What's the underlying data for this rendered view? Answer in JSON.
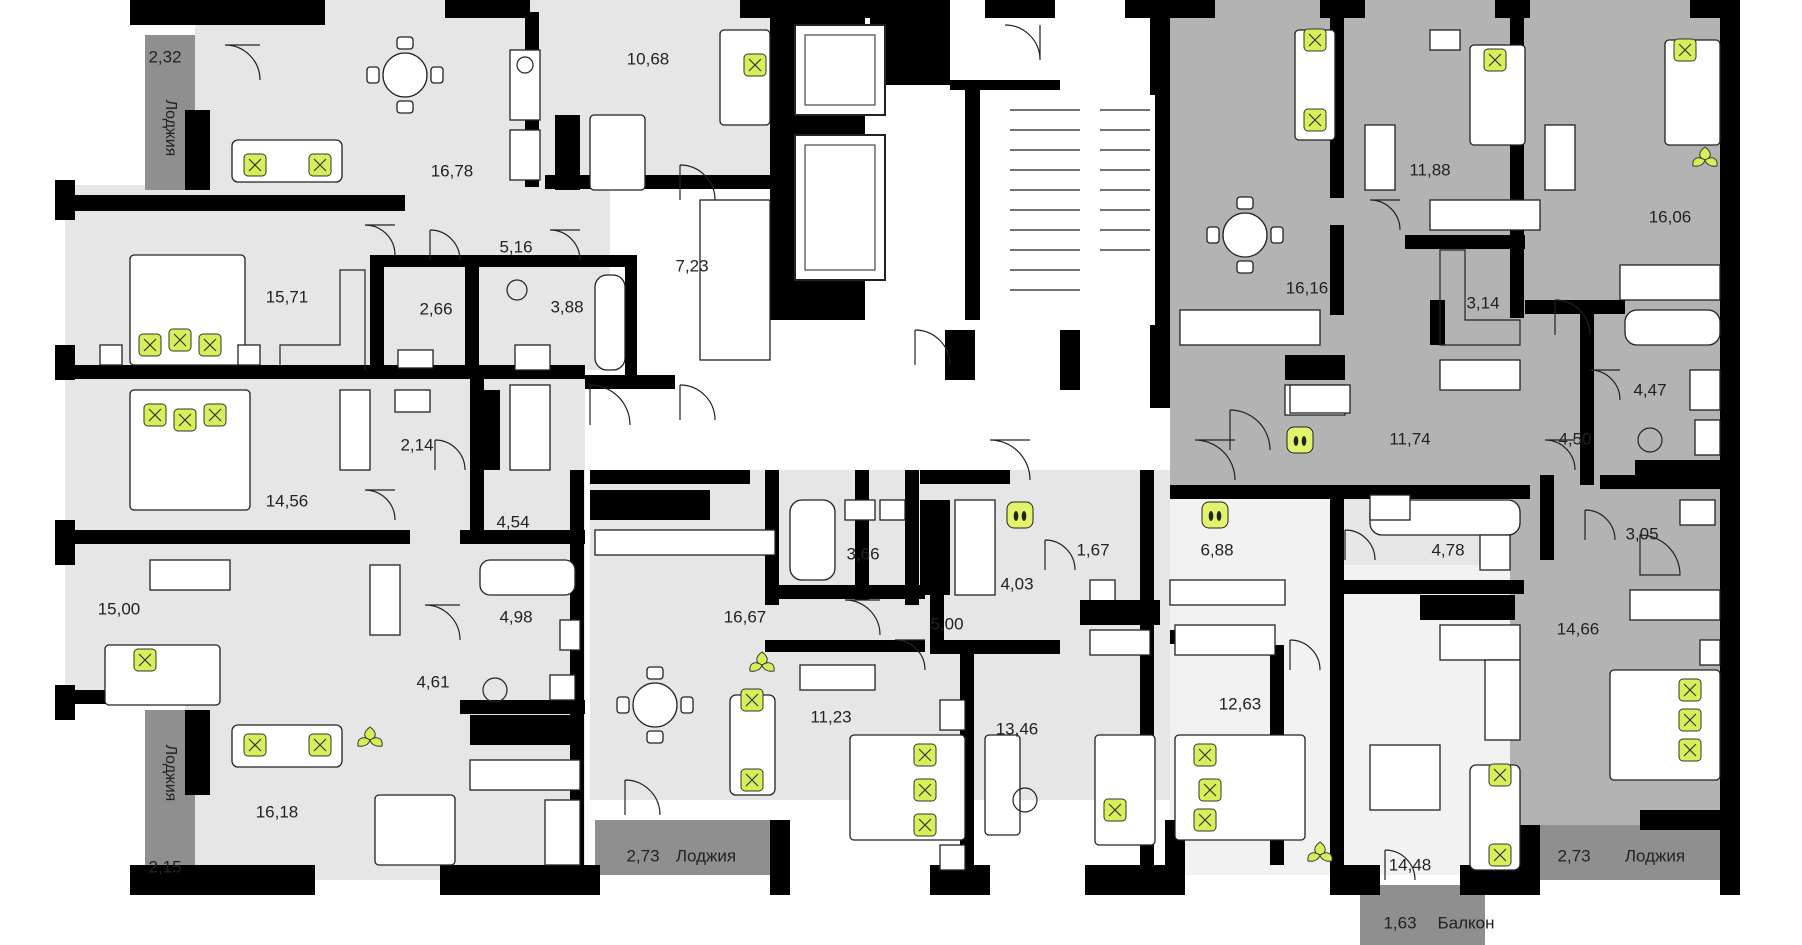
{
  "colors": {
    "wall": "#000000",
    "room_light": "#e6e6e6",
    "room_mid": "#c9c9c9",
    "room_dark": "#b3b3b3",
    "loggia": "#8f8f8f",
    "hall": "#ffffff",
    "accent": "#e3f36b"
  },
  "rooms": {
    "r1": "2,32",
    "r2": "16,78",
    "r3": "10,68",
    "r4": "15,71",
    "r5": "5,16",
    "r6": "7,23",
    "r7": "2,66",
    "r8": "3,88",
    "r9": "14,56",
    "r10": "2,14",
    "r11": "4,54",
    "r12": "15,00",
    "r13": "4,98",
    "r14": "4,61",
    "r15": "16,18",
    "r16": "2,15",
    "r17": "16,67",
    "r18": "3,66",
    "r19": "4,03",
    "r20": "1,67",
    "r21": "5,00",
    "r22": "11,23",
    "r23": "13,46",
    "r24": "16,16",
    "r25": "11,88",
    "r26": "16,06",
    "r27": "3,14",
    "r28": "11,74",
    "r29": "4,47",
    "r30": "4,50",
    "r31": "6,88",
    "r32": "4,78",
    "r33": "3,05",
    "r34": "14,66",
    "r35": "12,63",
    "r36": "14,48",
    "r37": "2,73",
    "r38": "2,73",
    "r39": "1,63"
  },
  "labels": {
    "loggia": "Лоджия",
    "balcony": "Балкон"
  }
}
